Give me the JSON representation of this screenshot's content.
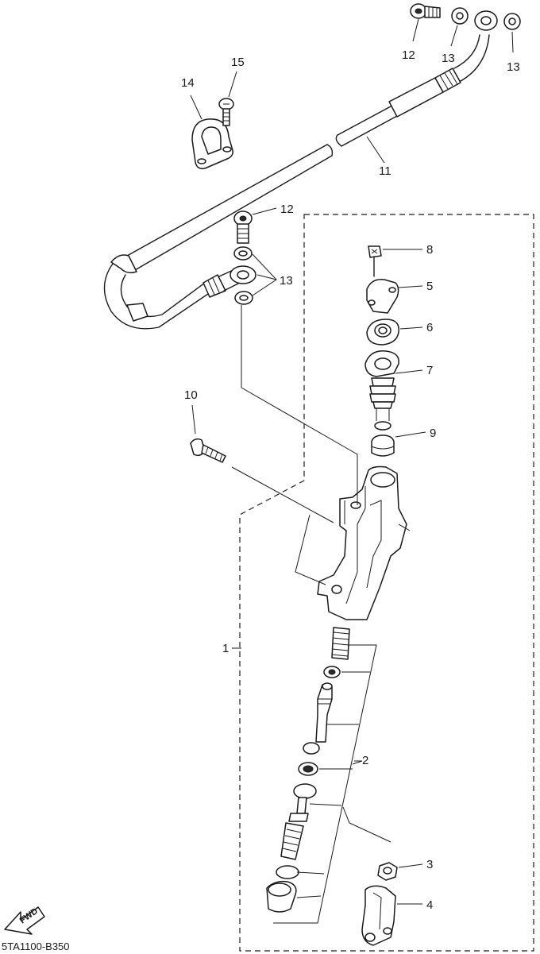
{
  "diagram": {
    "code": "5TA1100-B350",
    "fwd_label": "FWD",
    "callouts": {
      "c1": "1",
      "c2": "2",
      "c3": "3",
      "c4": "4",
      "c5": "5",
      "c6": "6",
      "c7": "7",
      "c8": "8",
      "c9": "9",
      "c10": "10",
      "c11": "11",
      "c12a": "12",
      "c12b": "12",
      "c13a": "13",
      "c13b": "13",
      "c13c": "13",
      "c14": "14",
      "c15": "15"
    }
  }
}
